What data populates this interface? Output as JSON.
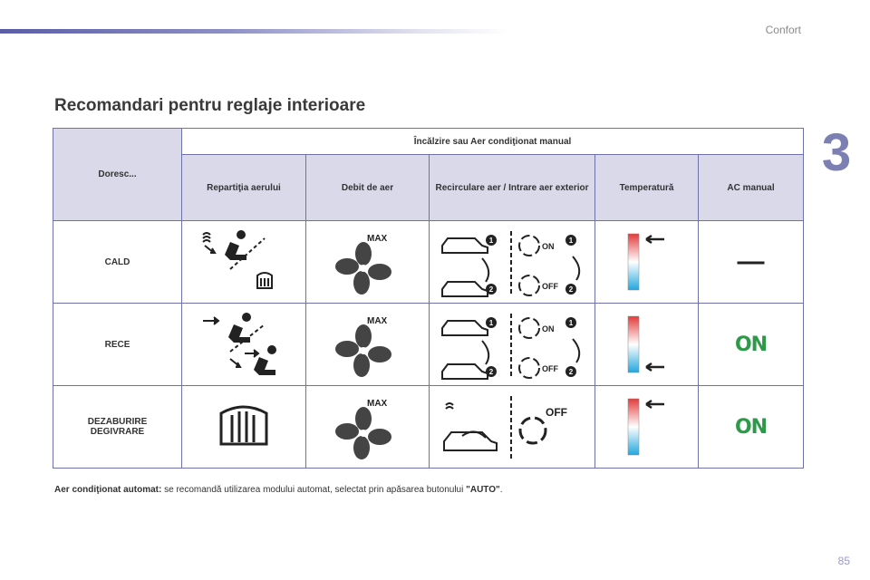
{
  "header": {
    "section": "Confort",
    "chapter": "3"
  },
  "title": "Recomandari pentru reglaje interioare",
  "table": {
    "corner": "Doresc...",
    "group_header": "Încălzire sau Aer condiţionat manual",
    "columns": [
      "Repartiţia aerului",
      "Debit de aer",
      "Recirculare aer / Intrare aer exterior",
      "Temperatură",
      "AC manual"
    ],
    "rows": [
      {
        "label": [
          "CALD"
        ],
        "ac": "—"
      },
      {
        "label": [
          "RECE"
        ],
        "ac": "ON"
      },
      {
        "label": [
          "DEZABURIRE",
          "DEGIVRARE"
        ],
        "ac": "ON"
      }
    ],
    "icon_text": {
      "max": "MAX",
      "on": "ON",
      "off": "OFF",
      "n1": "1",
      "n2": "2"
    }
  },
  "footnote": {
    "lead": "Aer condiţionat automat:",
    "text": " se recomandă utilizarea modului automat, selectat prin apăsarea butonului ",
    "button": "\"AUTO\"",
    "end": "."
  },
  "page_number": "85",
  "colors": {
    "frame": "#6f72a8",
    "header_fill": "#d9d9e9",
    "on_green": "#2d9a4a",
    "temp_hot": "#e23b3b",
    "temp_cold": "#22a6de"
  }
}
